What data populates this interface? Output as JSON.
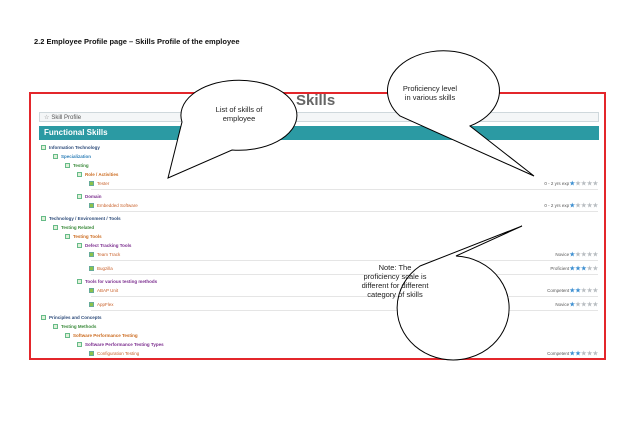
{
  "document": {
    "heading": "2.2 Employee Profile page – Skills Profile of the employee"
  },
  "screenshot": {
    "title": "Skills",
    "profile_bar": "Skill Profile",
    "section": "Functional Skills",
    "tree": [
      {
        "id": "it",
        "label": "Information Technology"
      },
      {
        "id": "spec",
        "label": "Specialization"
      },
      {
        "id": "testing",
        "label": "Testing"
      },
      {
        "id": "role",
        "label": "Role / Activities"
      },
      {
        "id": "tester",
        "label": "Tester"
      },
      {
        "id": "domain",
        "label": "Domain"
      },
      {
        "id": "embedded",
        "label": "Embedded Software"
      },
      {
        "id": "tech",
        "label": "Technology / Environment / Tools"
      },
      {
        "id": "testrel",
        "label": "Testing Related"
      },
      {
        "id": "testtools",
        "label": "Testing Tools"
      },
      {
        "id": "defect",
        "label": "Defect Tracking Tools"
      },
      {
        "id": "teamtrack",
        "label": "Team Track"
      },
      {
        "id": "bugzilla",
        "label": "Bugzilla"
      },
      {
        "id": "varied",
        "label": "Tools for various testing methods"
      },
      {
        "id": "abap",
        "label": "ABAP Unit"
      },
      {
        "id": "appflex",
        "label": "AppFlex"
      },
      {
        "id": "principles",
        "label": "Principles and Concepts"
      },
      {
        "id": "methods",
        "label": "Testing Methods"
      },
      {
        "id": "spt",
        "label": "Software Performance Testing"
      },
      {
        "id": "sptt",
        "label": "Software Performance Testing Types"
      },
      {
        "id": "config",
        "label": "Configuration Testing"
      }
    ],
    "ratings": [
      {
        "id": "r_tester",
        "label": "0 - 2 yrs exp",
        "level": 1
      },
      {
        "id": "r_embedded",
        "label": "0 - 2 yrs exp",
        "level": 1
      },
      {
        "id": "r_teamtrack",
        "label": "Novice",
        "level": 1
      },
      {
        "id": "r_bugzilla",
        "label": "Proficient",
        "level": 3
      },
      {
        "id": "r_abap",
        "label": "Competent",
        "level": 2
      },
      {
        "id": "r_appflex",
        "label": "Novice",
        "level": 1
      },
      {
        "id": "r_config",
        "label": "Competent",
        "level": 2
      }
    ]
  },
  "callouts": {
    "list_of_skills": [
      "List of skills of",
      "employee"
    ],
    "proficiency": [
      "Proficiency level",
      "in various skills"
    ],
    "note": [
      "Note: The",
      "proficiency scale is",
      "different for different",
      "category of skills"
    ]
  },
  "colors": {
    "frame_border": "#e3262b",
    "section_bar": "#2b9aa3",
    "star_on": "#3d8fd1",
    "star_off": "#b7bcc0"
  }
}
